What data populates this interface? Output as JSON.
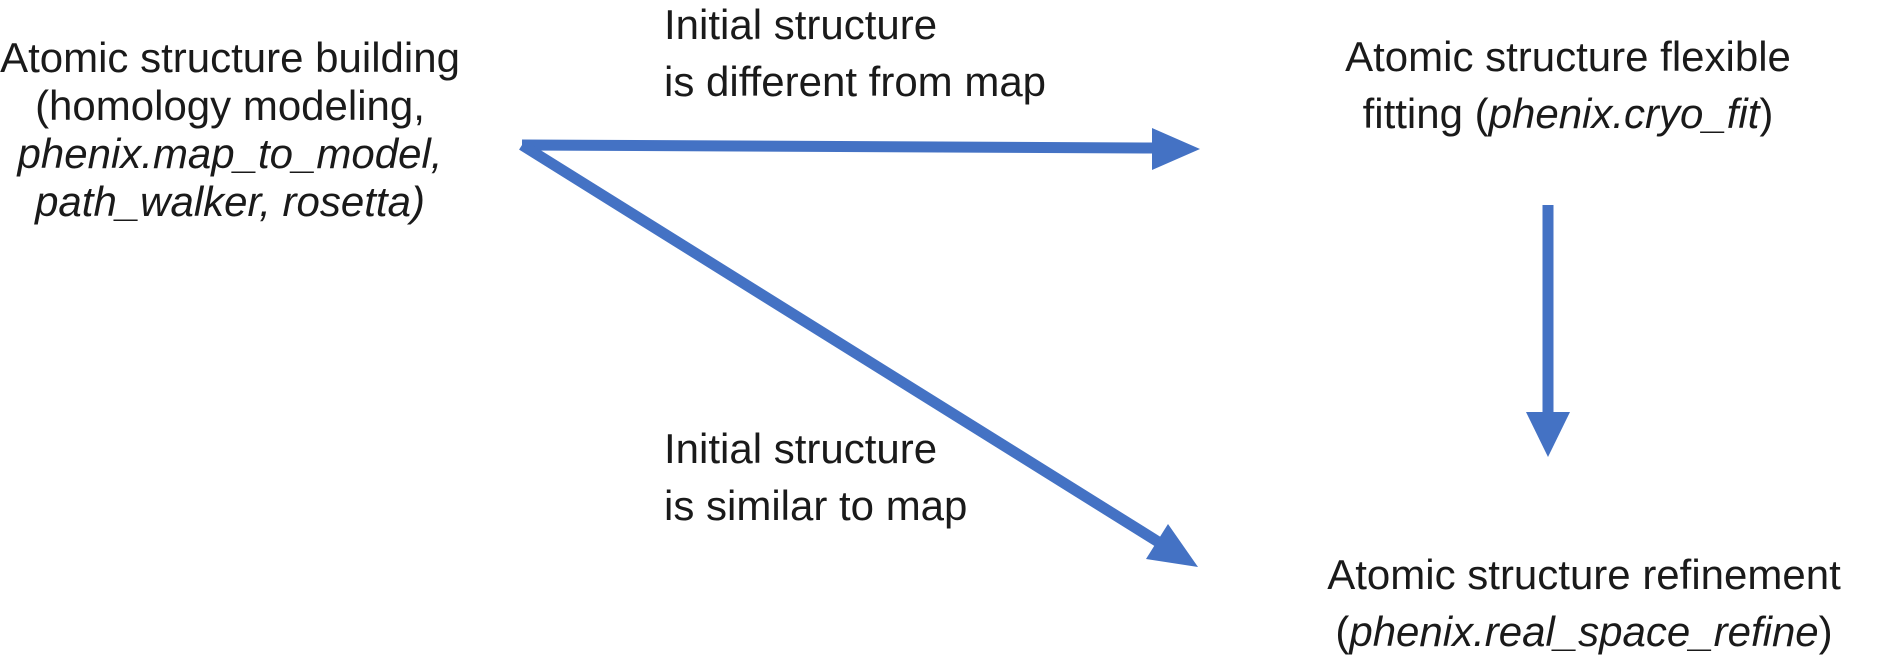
{
  "colors": {
    "arrow": "#4472C4",
    "text": "#1a1a1a",
    "background": "#ffffff"
  },
  "nodes": {
    "building": {
      "line1": "Atomic structure building",
      "line2": "(homology modeling,",
      "line3": "phenix.map_to_model,",
      "line4": "path_walker, rosetta)"
    },
    "flexible_fitting": {
      "line1": "Atomic structure flexible",
      "line2_prefix": "fitting (",
      "line2_program": "phenix.cryo_fit",
      "line2_suffix": ")"
    },
    "refinement": {
      "line1": "Atomic structure refinement",
      "line2_prefix": "(",
      "line2_program": "phenix.real_space_refine",
      "line2_suffix": ")"
    }
  },
  "edges": {
    "different": {
      "label_line1": "Initial structure",
      "label_line2": "is different from map"
    },
    "similar": {
      "label_line1": "Initial structure",
      "label_line2": "is similar to map"
    }
  }
}
